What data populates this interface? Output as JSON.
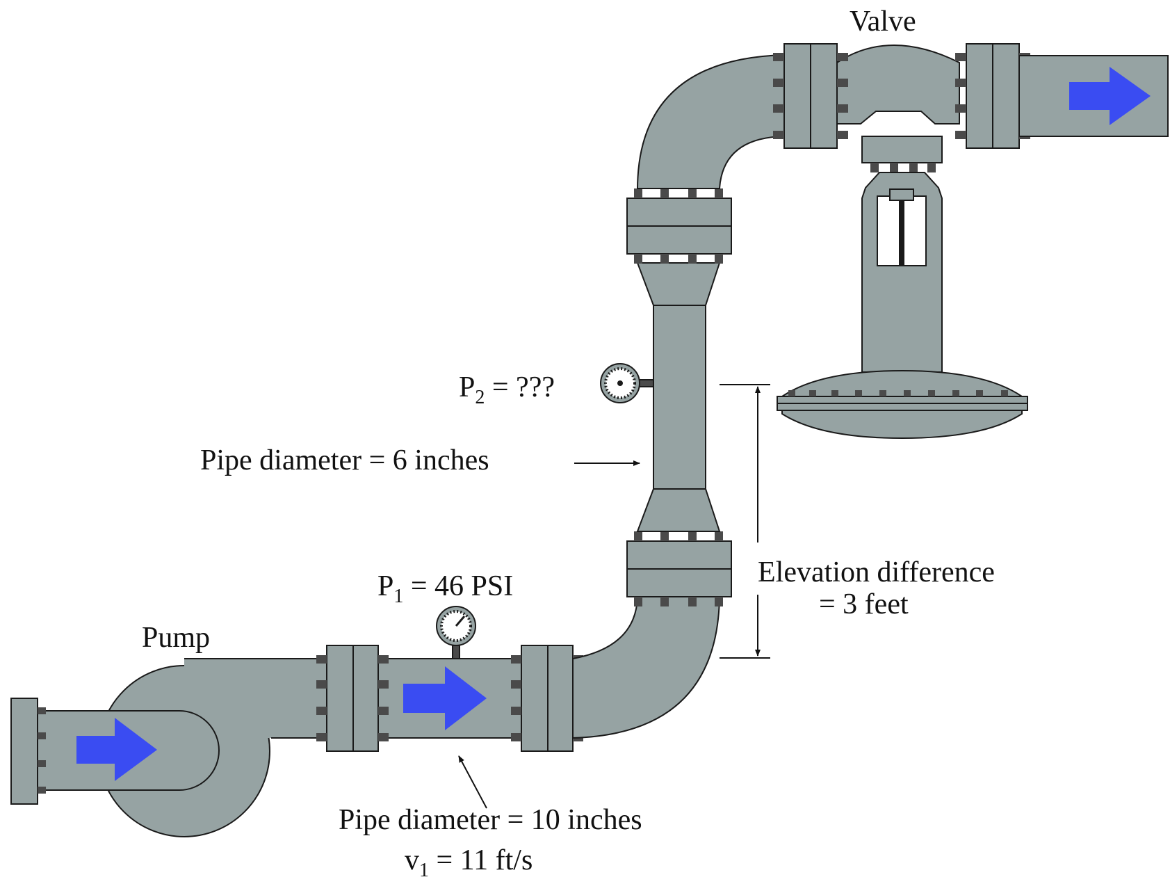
{
  "labels": {
    "valve": "Valve",
    "pump": "Pump",
    "p1_sym": "P",
    "p1_sub": "1",
    "p1_val": " = 46 PSI",
    "p2_sym": "P",
    "p2_sub": "2",
    "p2_val": " = ???",
    "pipe6": "Pipe diameter = 6 inches",
    "elev1": "Elevation difference",
    "elev2": "= 3 feet",
    "pipe10": "Pipe diameter = 10 inches",
    "v1_sym": "v",
    "v1_sub": "1",
    "v1_val": " = 11 ft/s"
  },
  "colors": {
    "pipe": "#96a3a3",
    "outline": "#1a1a1a",
    "arrow": "#3a4cf2",
    "bolt": "#4a4a4a"
  }
}
